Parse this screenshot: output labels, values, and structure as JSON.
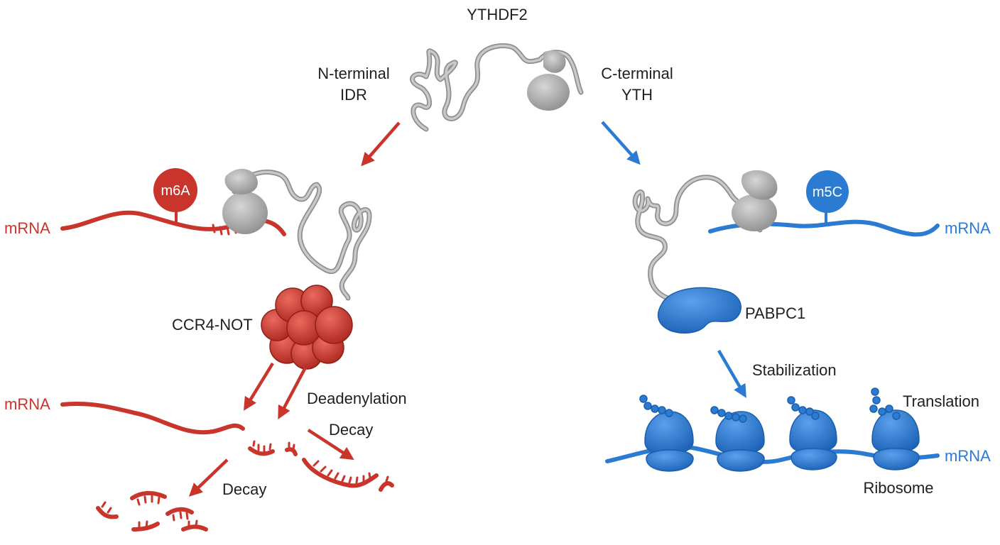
{
  "protein": {
    "name": "YTHDF2",
    "n_terminal": [
      "N-terminal",
      "IDR"
    ],
    "c_terminal": [
      "C-terminal",
      "YTH"
    ]
  },
  "left_pathway": {
    "modification": "m6A",
    "mrna_label": "mRNA",
    "complex": "CCR4-NOT",
    "mrna_label_2": "mRNA",
    "deadenylation": "Deadenylation",
    "decay_1": "Decay",
    "decay_2": "Decay",
    "color": "#c9342b"
  },
  "right_pathway": {
    "modification": "m5C",
    "mrna_label": "mRNA",
    "binding_protein": "PABPC1",
    "stabilization": "Stabilization",
    "translation": "Translation",
    "mrna_label_2": "mRNA",
    "ribosome": "Ribosome",
    "color": "#2a7bd1"
  }
}
